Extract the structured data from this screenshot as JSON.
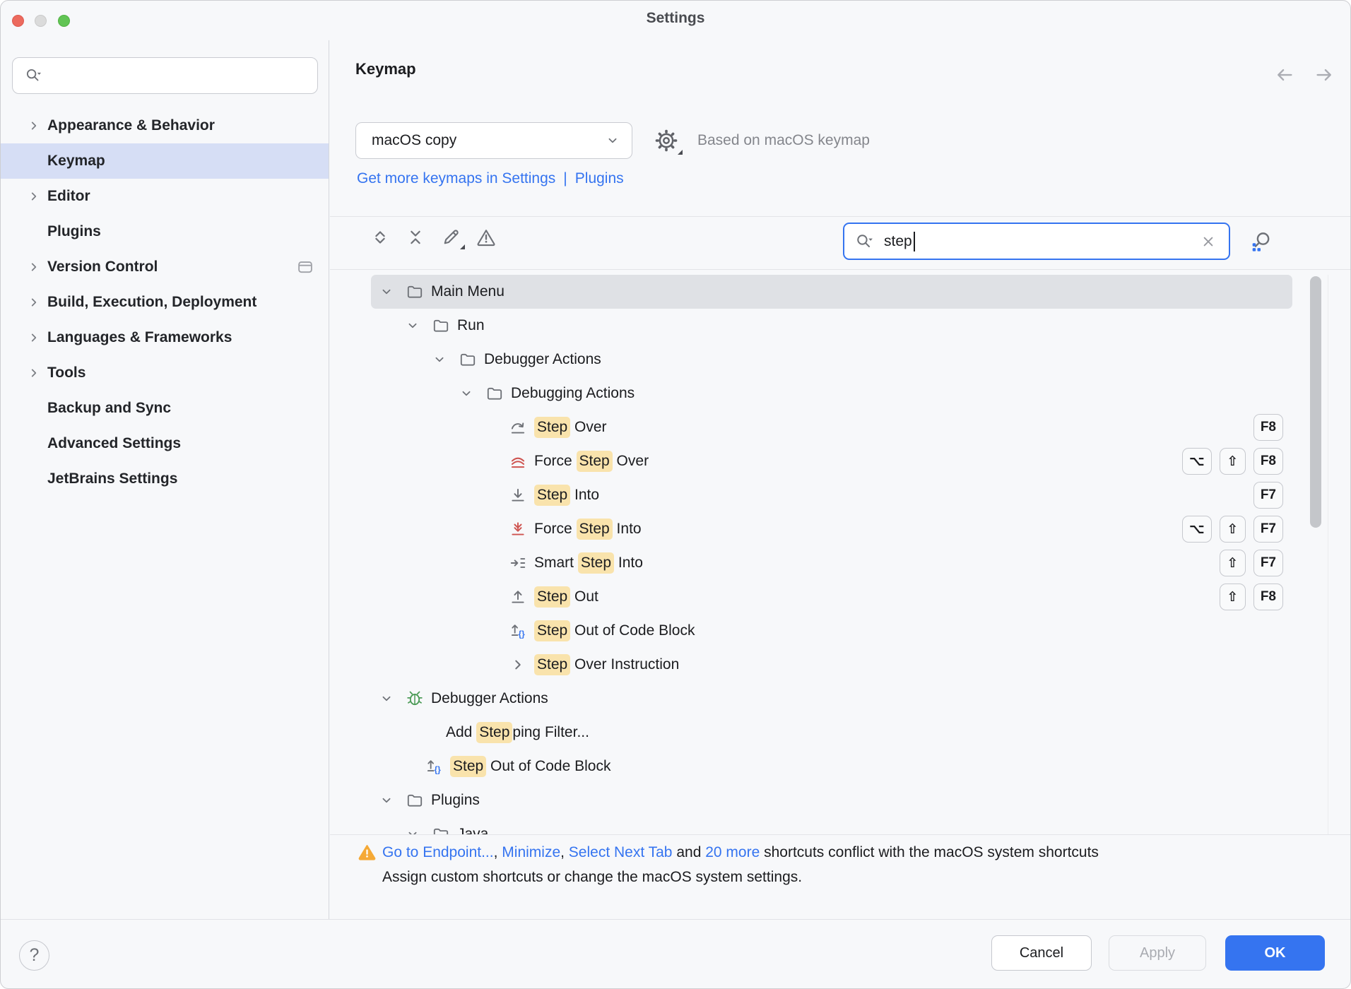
{
  "window": {
    "title": "Settings"
  },
  "colors": {
    "accent": "#3574F0",
    "match_highlight": "#F9E3AC",
    "warning": "#F5A936"
  },
  "sidebar": {
    "search": {
      "value": ""
    },
    "items": [
      {
        "label": "Appearance & Behavior",
        "expandable": true,
        "selected": false
      },
      {
        "label": "Keymap",
        "expandable": false,
        "selected": true
      },
      {
        "label": "Editor",
        "expandable": true,
        "selected": false
      },
      {
        "label": "Plugins",
        "expandable": false,
        "selected": false
      },
      {
        "label": "Version Control",
        "expandable": true,
        "selected": false,
        "badge": "shared-settings-indicator"
      },
      {
        "label": "Build, Execution, Deployment",
        "expandable": true,
        "selected": false
      },
      {
        "label": "Languages & Frameworks",
        "expandable": true,
        "selected": false
      },
      {
        "label": "Tools",
        "expandable": true,
        "selected": false
      },
      {
        "label": "Backup and Sync",
        "expandable": false,
        "selected": false
      },
      {
        "label": "Advanced Settings",
        "expandable": false,
        "selected": false
      },
      {
        "label": "JetBrains Settings",
        "expandable": false,
        "selected": false
      }
    ]
  },
  "header": {
    "title": "Keymap",
    "keymap_name": "macOS copy",
    "based_on": "Based on macOS keymap",
    "links": [
      {
        "label": "Get more keymaps in Settings"
      },
      {
        "label": "Plugins"
      }
    ],
    "link_separator": "|"
  },
  "toolbar": {
    "search_value": "step"
  },
  "tree": {
    "rows": [
      {
        "label": [
          {
            "t": "Main Menu"
          }
        ],
        "icon": "folder",
        "expanded": true,
        "selected": true
      },
      {
        "label": [
          {
            "t": "Run"
          }
        ],
        "icon": "folder",
        "expanded": true
      },
      {
        "label": [
          {
            "t": "Debugger Actions"
          }
        ],
        "icon": "folder",
        "expanded": true
      },
      {
        "label": [
          {
            "t": "Debugging Actions"
          }
        ],
        "icon": "folder",
        "expanded": true
      },
      {
        "label": [
          {
            "t": "Step",
            "h": true
          },
          {
            "t": " Over"
          }
        ],
        "icon": "step-over",
        "keys": [
          "F8"
        ]
      },
      {
        "label": [
          {
            "t": "Force "
          },
          {
            "t": "Step",
            "h": true
          },
          {
            "t": " Over"
          }
        ],
        "icon": "force-step-over",
        "keys": [
          "⌥",
          "⇧",
          "F8"
        ]
      },
      {
        "label": [
          {
            "t": "Step",
            "h": true
          },
          {
            "t": " Into"
          }
        ],
        "icon": "step-into",
        "keys": [
          "F7"
        ]
      },
      {
        "label": [
          {
            "t": "Force "
          },
          {
            "t": "Step",
            "h": true
          },
          {
            "t": " Into"
          }
        ],
        "icon": "force-step-into",
        "keys": [
          "⌥",
          "⇧",
          "F7"
        ]
      },
      {
        "label": [
          {
            "t": "Smart "
          },
          {
            "t": "Step",
            "h": true
          },
          {
            "t": " Into"
          }
        ],
        "icon": "smart-step-into",
        "keys": [
          "⇧",
          "F7"
        ]
      },
      {
        "label": [
          {
            "t": "Step",
            "h": true
          },
          {
            "t": " Out"
          }
        ],
        "icon": "step-out",
        "keys": [
          "⇧",
          "F8"
        ]
      },
      {
        "label": [
          {
            "t": "Step",
            "h": true
          },
          {
            "t": " Out of Code Block"
          }
        ],
        "icon": "step-out-of-code-block",
        "keys": []
      },
      {
        "label": [
          {
            "t": "Step",
            "h": true
          },
          {
            "t": " Over Instruction"
          }
        ],
        "icon": "chevron-collapsed",
        "keys": []
      },
      {
        "label": [
          {
            "t": "Debugger Actions"
          }
        ],
        "icon": "bug",
        "expanded": true
      },
      {
        "label": [
          {
            "t": "Add "
          },
          {
            "t": "Step",
            "h": true
          },
          {
            "t": "ping Filter..."
          }
        ],
        "icon": null,
        "keys": []
      },
      {
        "label": [
          {
            "t": "Step",
            "h": true
          },
          {
            "t": " Out of Code Block"
          }
        ],
        "icon": "step-out-of-code-block",
        "keys": []
      },
      {
        "label": [
          {
            "t": "Plugins"
          }
        ],
        "icon": "folder",
        "expanded": true
      },
      {
        "label": [
          {
            "t": "Java"
          }
        ],
        "icon": "folder",
        "expanded": true
      }
    ]
  },
  "warning": {
    "segments": [
      {
        "text": "Go to Endpoint...",
        "link": true
      },
      {
        "text": ", "
      },
      {
        "text": "Minimize",
        "link": true
      },
      {
        "text": ", "
      },
      {
        "text": "Select Next Tab",
        "link": true
      },
      {
        "text": " and "
      },
      {
        "text": "20 more",
        "link": true
      },
      {
        "text": " shortcuts conflict with the macOS system shortcuts"
      }
    ],
    "line2": "Assign custom shortcuts or change the macOS system settings."
  },
  "footer": {
    "help": "?",
    "cancel": "Cancel",
    "apply": "Apply",
    "ok": "OK"
  }
}
